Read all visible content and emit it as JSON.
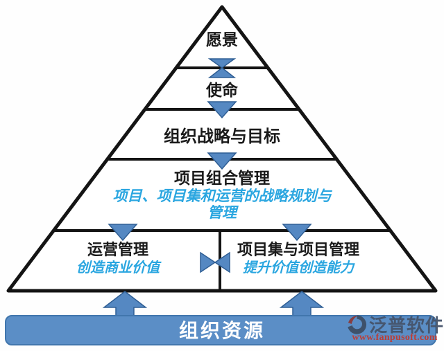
{
  "pyramid": {
    "vision": "愿景",
    "mission": "使命",
    "strategy": "组织战略与目标",
    "portfolio": "项目组合管理",
    "portfolio_sub": "项目、项目集和运营的战略规划与管理",
    "operations": "运营管理",
    "operations_sub": "创造商业价值",
    "program": "项目集与项目管理",
    "program_sub": "提升价值创造能力",
    "resources": "组织资源"
  },
  "watermark": {
    "brand": "泛普软件",
    "url": "www.fanpusoft.com"
  },
  "colors": {
    "arrow_blue": "#5588c2",
    "bar_blue": "#5b8ec6",
    "accent_blue_text": "#2aa6e0",
    "outline_black": "#141414",
    "bar_text_white": "#ffffff",
    "brand_gray": "#45546b",
    "url_red": "#c13a30"
  }
}
